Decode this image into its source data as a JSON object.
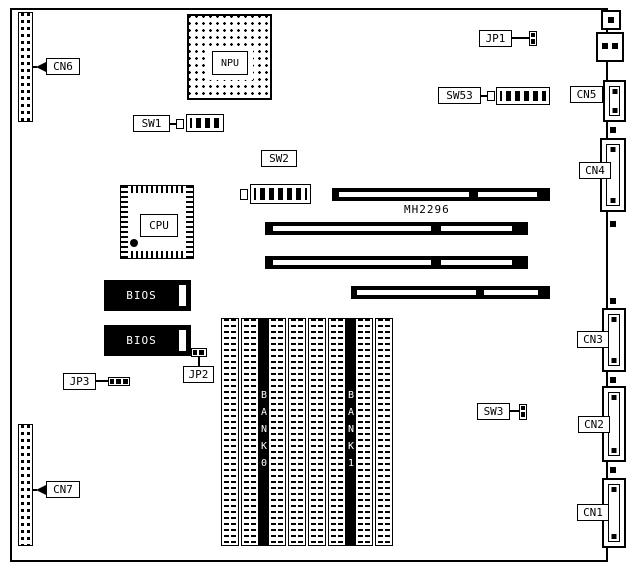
{
  "labels": {
    "cn6": "CN6",
    "cn7": "CN7",
    "cn5": "CN5",
    "cn4": "CN4",
    "cn3": "CN3",
    "cn2": "CN2",
    "cn1": "CN1",
    "jp1": "JP1",
    "jp2": "JP2",
    "jp3": "JP3",
    "sw1": "SW1",
    "sw2": "SW2",
    "sw3": "SW3",
    "sw53": "SW53",
    "npu": "NPU",
    "cpu": "CPU",
    "bios_top": "BIOS",
    "bios_bottom": "BIOS",
    "bank0": "BANK0",
    "bank1": "BANK1",
    "board_model": "MH2296"
  },
  "colors": {
    "ink": "#000000",
    "paper": "#ffffff"
  }
}
